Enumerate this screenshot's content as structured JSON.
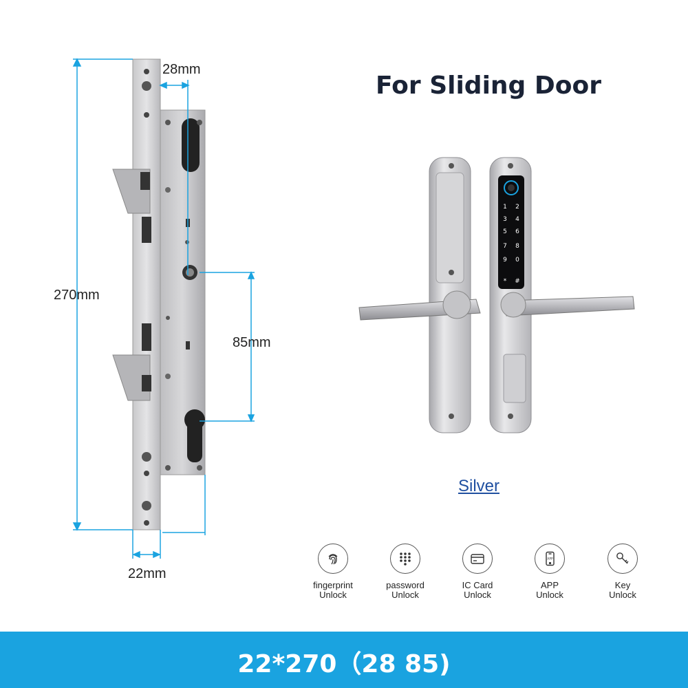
{
  "product": {
    "title": "For Sliding Door",
    "color_option": "Silver"
  },
  "dimensions": {
    "width_top": "28mm",
    "height": "270mm",
    "center_distance": "85mm",
    "faceplate_width": "22mm"
  },
  "features": [
    {
      "icon": "fingerprint-icon",
      "line1": "fingerprint",
      "line2": "Unlock"
    },
    {
      "icon": "password-keypad-icon",
      "line1": "password",
      "line2": "Unlock"
    },
    {
      "icon": "ic-card-icon",
      "line1": "IC Card",
      "line2": "Unlock"
    },
    {
      "icon": "app-phone-icon",
      "line1": "APP",
      "line2": "Unlock"
    },
    {
      "icon": "key-icon",
      "line1": "Key",
      "line2": "Unlock"
    }
  ],
  "footer": {
    "text": "22*270（28 85)",
    "background": "#1aa3e0"
  },
  "keypad": {
    "keys": [
      "1",
      "2",
      "3",
      "4",
      "5",
      "6",
      "7",
      "8",
      "9",
      "0",
      "*",
      "#"
    ]
  }
}
